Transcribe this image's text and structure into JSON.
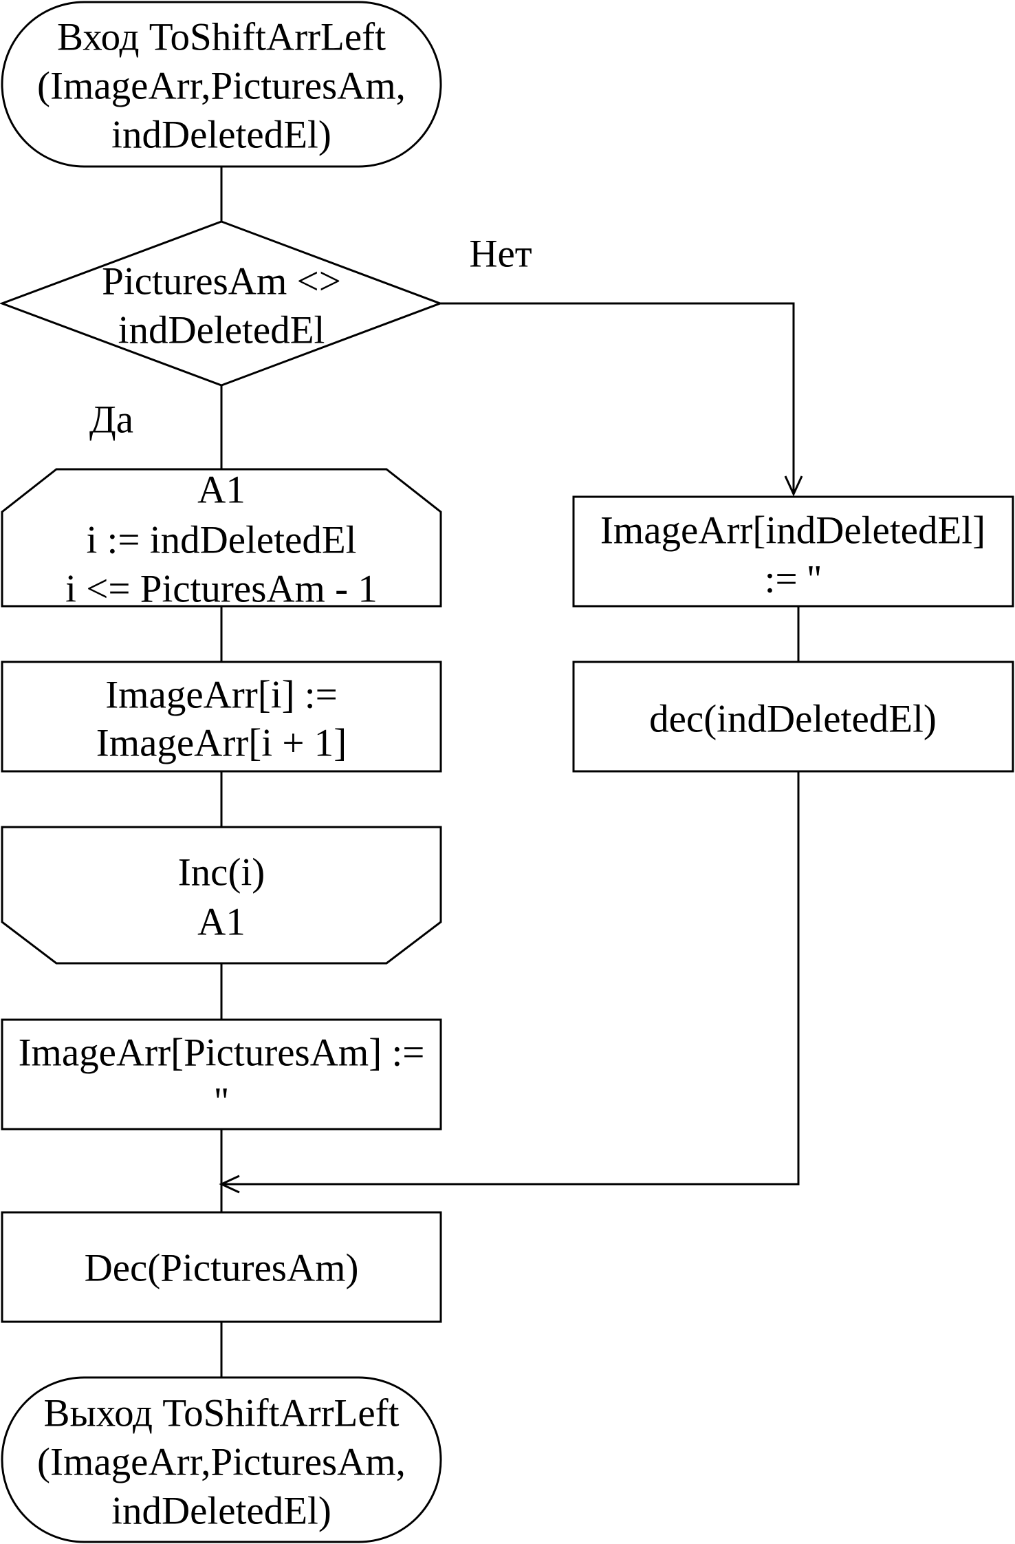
{
  "flowchart": {
    "start": {
      "lines": [
        "Вход ToShiftArrLeft",
        "(ImageArr,PicturesAm,",
        "indDeletedEl)"
      ]
    },
    "decision": {
      "lines": [
        "PicturesAm <>",
        "indDeletedEl"
      ],
      "yes_label": "Да",
      "no_label": "Нет"
    },
    "loop_start": {
      "lines": [
        "A1",
        "i := indDeletedEl",
        "i <= PicturesAm - 1"
      ]
    },
    "loop_body": {
      "lines": [
        "ImageArr[i] :=",
        "ImageArr[i + 1]"
      ]
    },
    "loop_end": {
      "lines": [
        "Inc(i)",
        "A1"
      ]
    },
    "clear_last": {
      "lines": [
        "ImageArr[PicturesAm] :=",
        "''"
      ]
    },
    "clear_deleted": {
      "lines": [
        "ImageArr[indDeletedEl]",
        ":= ''"
      ]
    },
    "dec_index": {
      "lines": [
        "dec(indDeletedEl)"
      ]
    },
    "dec_count": {
      "lines": [
        "Dec(PicturesAm)"
      ]
    },
    "end": {
      "lines": [
        "Выход ToShiftArrLeft",
        "(ImageArr,PicturesAm,",
        "indDeletedEl)"
      ]
    }
  }
}
